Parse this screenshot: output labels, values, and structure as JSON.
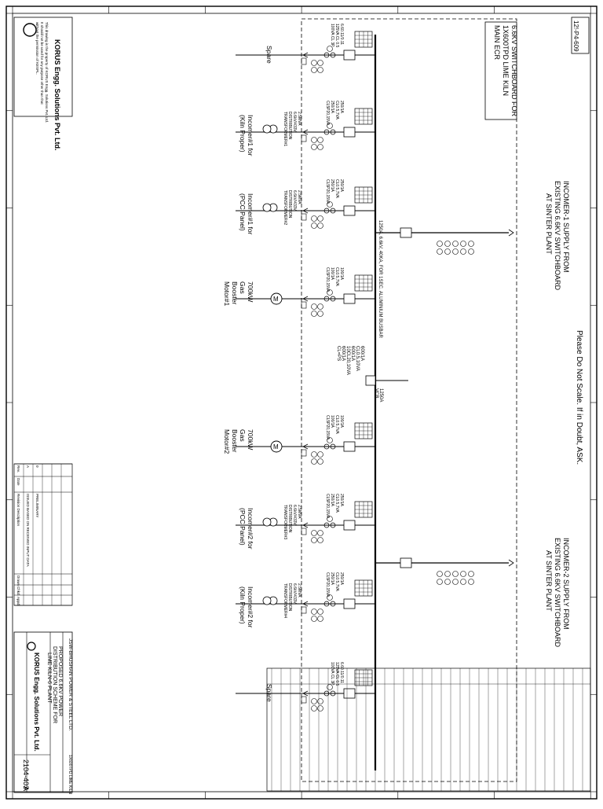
{
  "drawing": {
    "drg_no": "2104-403",
    "rev": "A",
    "notice": "Please Do Not Scale. If in Doubt, ASK.",
    "board_title": [
      "6.6KV SWITCHBOARD FOR",
      "1X600TPD LIME KILN",
      "MAIN ECR"
    ],
    "busbar_label": "1250A, 6.6kV, 40KA, FOR 1SEC. ALUMINIUM BUSBAR",
    "incomer1": [
      "INCOMER-1 SUPPLY FROM",
      "EXISTING 6.6KV SWITCHBOARD",
      "AT SINTER PLANT"
    ],
    "incomer2": [
      "INCOMER-2 SUPPLY FROM",
      "EXISTING 6.6KV SWITCHBOARD",
      "AT SINTER PLANT"
    ],
    "bus_coupler": [
      "600/1A",
      "CL0.5,10VA",
      "600/1A",
      "10CL20,10VA",
      "600/1A",
      "CL=PS",
      "1250A",
      "VCB"
    ],
    "feeders": [
      {
        "label": [
          "Spare"
        ],
        "dist": [],
        "rating": [
          "6.60.11/0.11",
          "125VA CL 0.5",
          "100VA CL 3P"
        ]
      },
      {
        "label": [
          "Incomer#1 for",
          "(Kiln Proper)"
        ],
        "dist": [
          "2.5MVA",
          "6.6kV/433V",
          "DISTRIBUTION",
          "TRANSFORMER#1"
        ],
        "rating": [
          "250/1A",
          "CL0.5,7VA",
          "250/1A",
          "CL5P20,15VA"
        ]
      },
      {
        "label": [
          "Incomer#1 for",
          "(PCC Panel)"
        ],
        "dist": [
          "2.5MVA",
          "6.6kV/433V",
          "DISTRIBUTION",
          "TRANSFORMER#2"
        ],
        "rating": [
          "250/1A",
          "CL0.5,7VA",
          "250/1A",
          "CL5P20,15VA"
        ]
      },
      {
        "label": [
          "700kW",
          "Gas",
          "Booster",
          "Motor#1"
        ],
        "dist": [],
        "rating": [
          "100/1A",
          "CL0.5,7VA",
          "100/1A",
          "CL5P20,15VA"
        ]
      },
      {
        "label": [
          "700kW",
          "Gas",
          "Booster",
          "Motor#2"
        ],
        "dist": [],
        "rating": [
          "100/1A",
          "CL0.5,7VA",
          "100/1A",
          "CL5P20,15VA"
        ]
      },
      {
        "label": [
          "Incomer#2 for",
          "(PCC Panel)"
        ],
        "dist": [
          "2.5MVA",
          "6.6kV/433V",
          "DISTRIBUTION",
          "TRANSFORMER#3"
        ],
        "rating": [
          "250/1A",
          "CL0.5,7VA",
          "250/1A",
          "CL5P20,15VA"
        ]
      },
      {
        "label": [
          "Incomer#2 for",
          "(Kiln Proper)"
        ],
        "dist": [
          "2.5MVA",
          "6.6kV/433V",
          "DISTRIBUTION",
          "TRANSFORMER#4"
        ],
        "rating": [
          "250/1A",
          "CL0.5,7VA",
          "250/1A",
          "CL5P20,15VA"
        ]
      },
      {
        "label": [
          "Spare"
        ],
        "dist": [],
        "rating": [
          "6.60.11/0.11",
          "125VA CL 0.5",
          "100VA CL 3P"
        ]
      }
    ],
    "company": {
      "name": "KORUS Engg. Solutions Pvt. Ltd.",
      "disclaimer": [
        "This drawing is the property of KORUS Engg. Solutions Pvt. Ltd.",
        "It should not be used for any purpose other than that",
        "without the permission of KESPL."
      ]
    },
    "title_block": {
      "client": "JSW-BHUSHAN POWER & STEEL LTD.",
      "project": [
        "PROPOSED 6.6KV POWER",
        "DISTRIBUTION SCHEME FOR",
        "LIME KILN-6 PLANT"
      ],
      "plant": "1X600TPD LIME KILN",
      "company": "KORUS Engg. Solutions Pvt. Ltd."
    },
    "revision_table": {
      "headers": [
        "Rev.",
        "Date",
        "Revision Description",
        "Drawn",
        "Chkd.",
        "Appd."
      ],
      "rows": [
        [
          "A",
          "",
          "ISSUED BASED ON RECEIVED INPUT DATA",
          "",
          "",
          ""
        ],
        [
          "0",
          "",
          "PRELIMINARY",
          "",
          "",
          ""
        ]
      ]
    },
    "page_ref": "12!-P4-609"
  }
}
